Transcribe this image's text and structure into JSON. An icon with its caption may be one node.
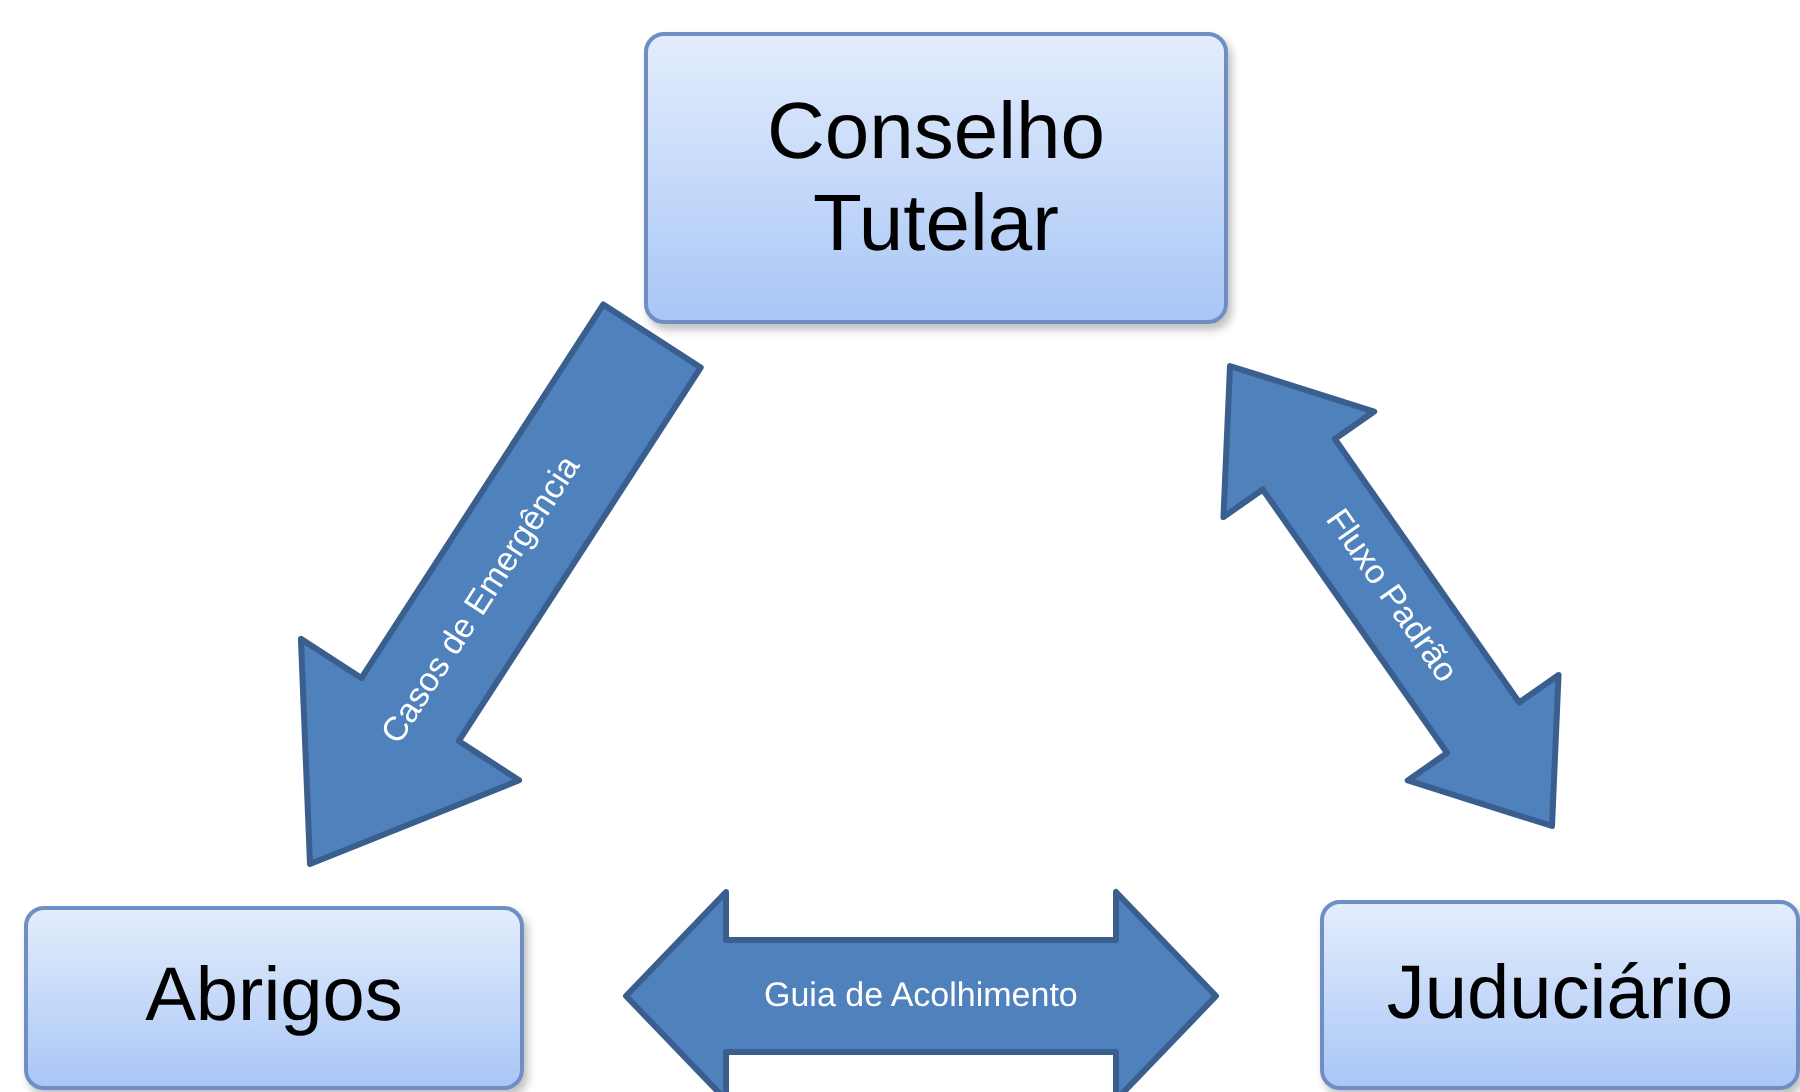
{
  "diagram": {
    "nodes": [
      {
        "text": [
          "Conselho Tutelar"
        ]
      },
      {
        "text": [
          "Abrigos"
        ]
      },
      {
        "text": [
          "Juduciário"
        ]
      }
    ],
    "edges": [
      {
        "from": 0,
        "to": 1,
        "arrow": "to",
        "label": "Casos de Emergência",
        "style": "thick"
      },
      {
        "from": 0,
        "to": 2,
        "arrow": "both",
        "label": "Fluxo Padrão",
        "style": "thick"
      },
      {
        "from": 1,
        "to": 2,
        "arrow": "both",
        "label": "Guia de Acolhimento",
        "style": "thick"
      }
    ]
  }
}
